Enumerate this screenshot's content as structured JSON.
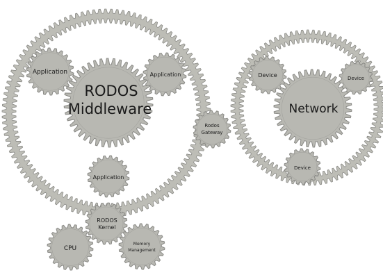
{
  "diagram": {
    "colors": {
      "gear_fill": "#b8b8b2",
      "gear_stroke": "#8a8a86",
      "ring_fill": "#bdbdb6",
      "ring_inner_fill": "#ffffff",
      "text": "#1a1a1a",
      "background": "#ffffff"
    },
    "middleware": {
      "title_line1": "RODOS",
      "title_line2": "Middleware",
      "app_left": "Application",
      "app_right": "Application",
      "app_bottom": "Application"
    },
    "network": {
      "title": "Network",
      "device_left": "Device",
      "device_right": "Device",
      "device_bottom": "Device"
    },
    "gateway": {
      "line1": "Rodos",
      "line2": "Gateway"
    },
    "kernel": {
      "line1": "RODOS",
      "line2": "Kernel"
    },
    "cpu": "CPU",
    "memory": {
      "line1": "Memory",
      "line2": "Management"
    }
  }
}
